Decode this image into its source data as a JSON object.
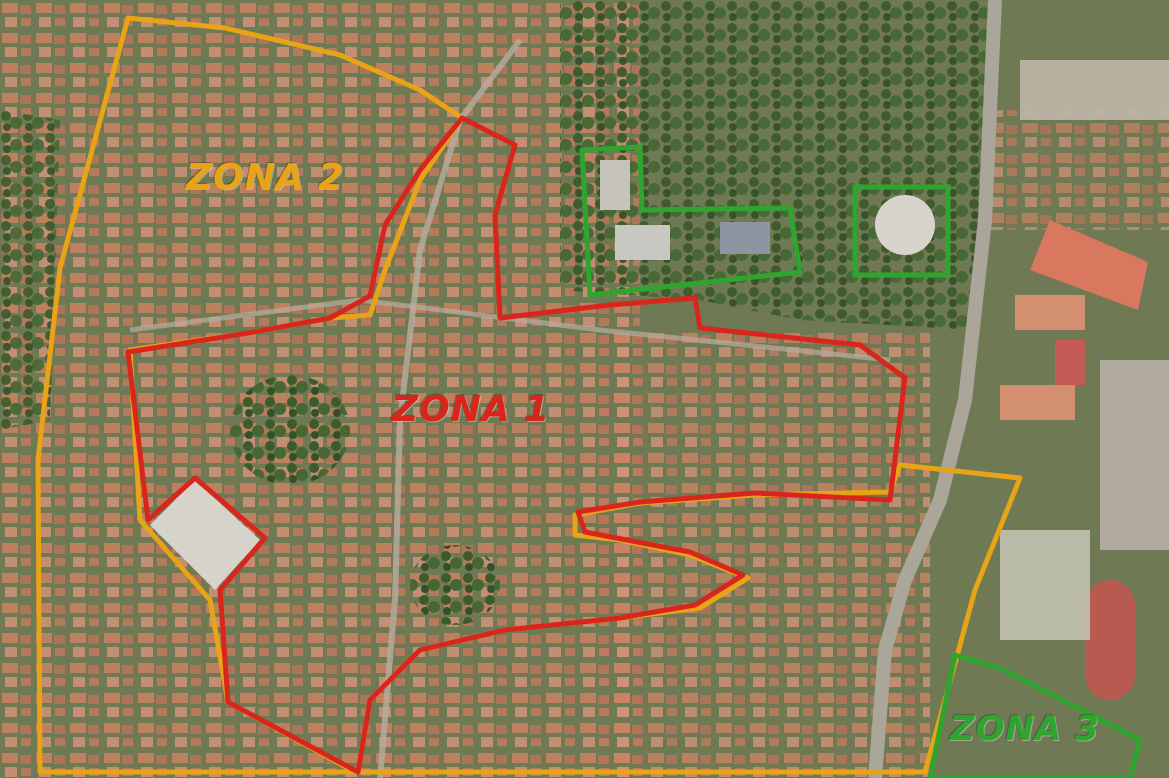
{
  "zones": [
    {
      "id": "zone-1",
      "label": "ZONA 1",
      "color": "#d9261c"
    },
    {
      "id": "zone-2",
      "label": "ZONA 2",
      "color": "#e8a317"
    },
    {
      "id": "zone-3",
      "label": "ZONA 3",
      "color": "#2fa52f"
    }
  ],
  "map": {
    "background_color": "#6f7a54",
    "roof_color": "#c9835f",
    "vegetation_color": "#3f5b2c",
    "road_color": "#a9a69a"
  }
}
